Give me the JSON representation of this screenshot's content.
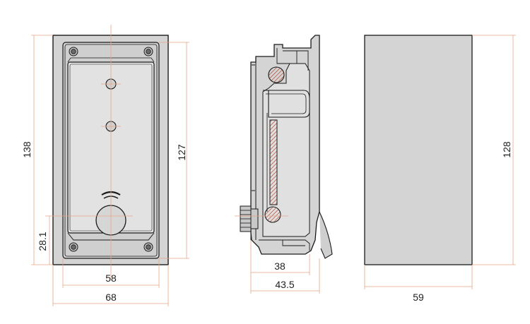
{
  "colors": {
    "outline": "#1a1a1a",
    "body_fill": "#d4d4d4",
    "inner_fill": "#e2e2e2",
    "dim_line": "#e8a584",
    "hatch": "#b5462e"
  },
  "front_view": {
    "dim_height_outer": "138",
    "dim_height_inner": "127",
    "dim_offset_bottom": "28.1",
    "dim_width_inner": "58",
    "dim_width_outer": "68"
  },
  "side_view": {
    "dim_depth_inner": "38",
    "dim_depth_outer": "43.5"
  },
  "back_view": {
    "dim_height": "128",
    "dim_width": "59"
  }
}
